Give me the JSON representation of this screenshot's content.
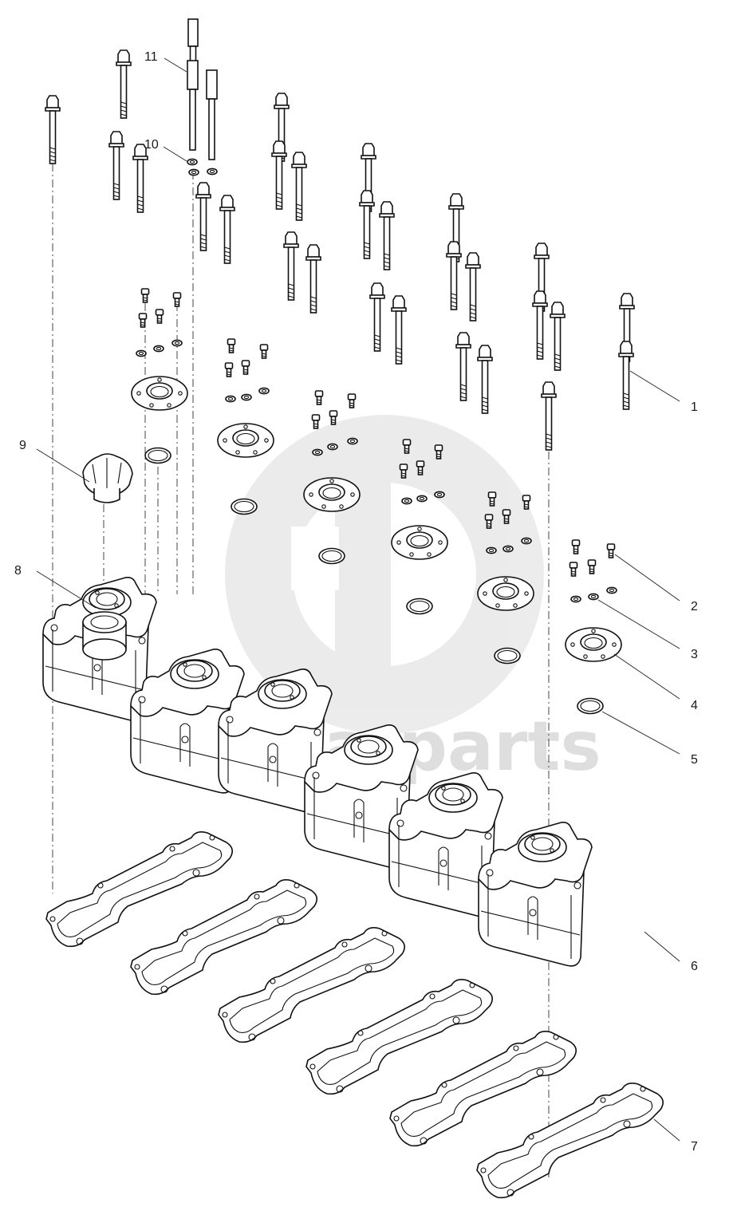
{
  "diagram": {
    "watermark": {
      "text": "data-parts"
    },
    "callouts": [
      {
        "number": "1"
      },
      {
        "number": "2"
      },
      {
        "number": "3"
      },
      {
        "number": "4"
      },
      {
        "number": "5"
      },
      {
        "number": "6"
      },
      {
        "number": "7"
      },
      {
        "number": "8"
      },
      {
        "number": "9"
      },
      {
        "number": "10"
      },
      {
        "number": "11"
      }
    ],
    "colors": {
      "line": "#111111",
      "watermark": "#d4d4d4",
      "background": "#ffffff"
    }
  }
}
